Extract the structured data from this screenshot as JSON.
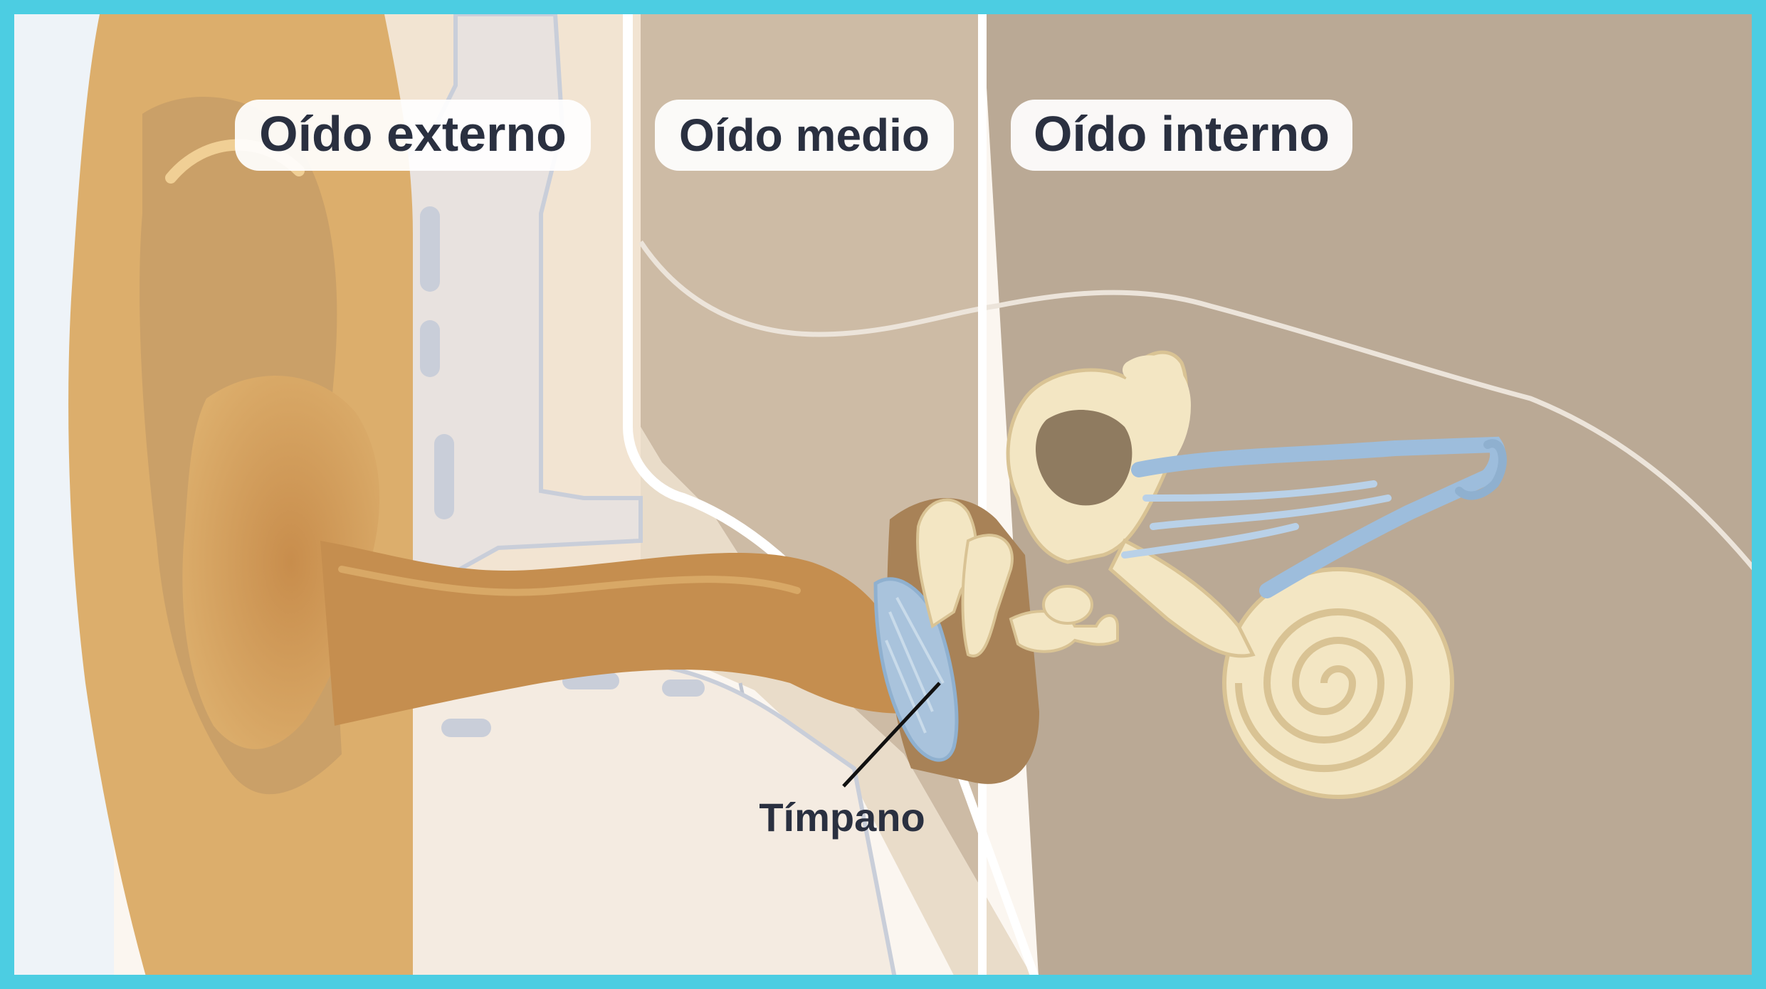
{
  "labels": {
    "outer_ear": "Oído externo",
    "middle_ear": "Oído medio",
    "inner_ear": "Oído interno",
    "eardrum": "Tímpano"
  },
  "colors": {
    "frame": "#4ccde2",
    "outer_bg": "#f2e4d2",
    "middle_bg": "#cdbba5",
    "inner_bg": "#baa995",
    "skin": "#d9a866",
    "skin_dark": "#b77f40",
    "bone": "#f3e6c3",
    "bone_shadow": "#d9c394",
    "cartilage": "#c9ced9",
    "nerve": "#9dbddc",
    "eardrum": "#a9c3dc"
  }
}
